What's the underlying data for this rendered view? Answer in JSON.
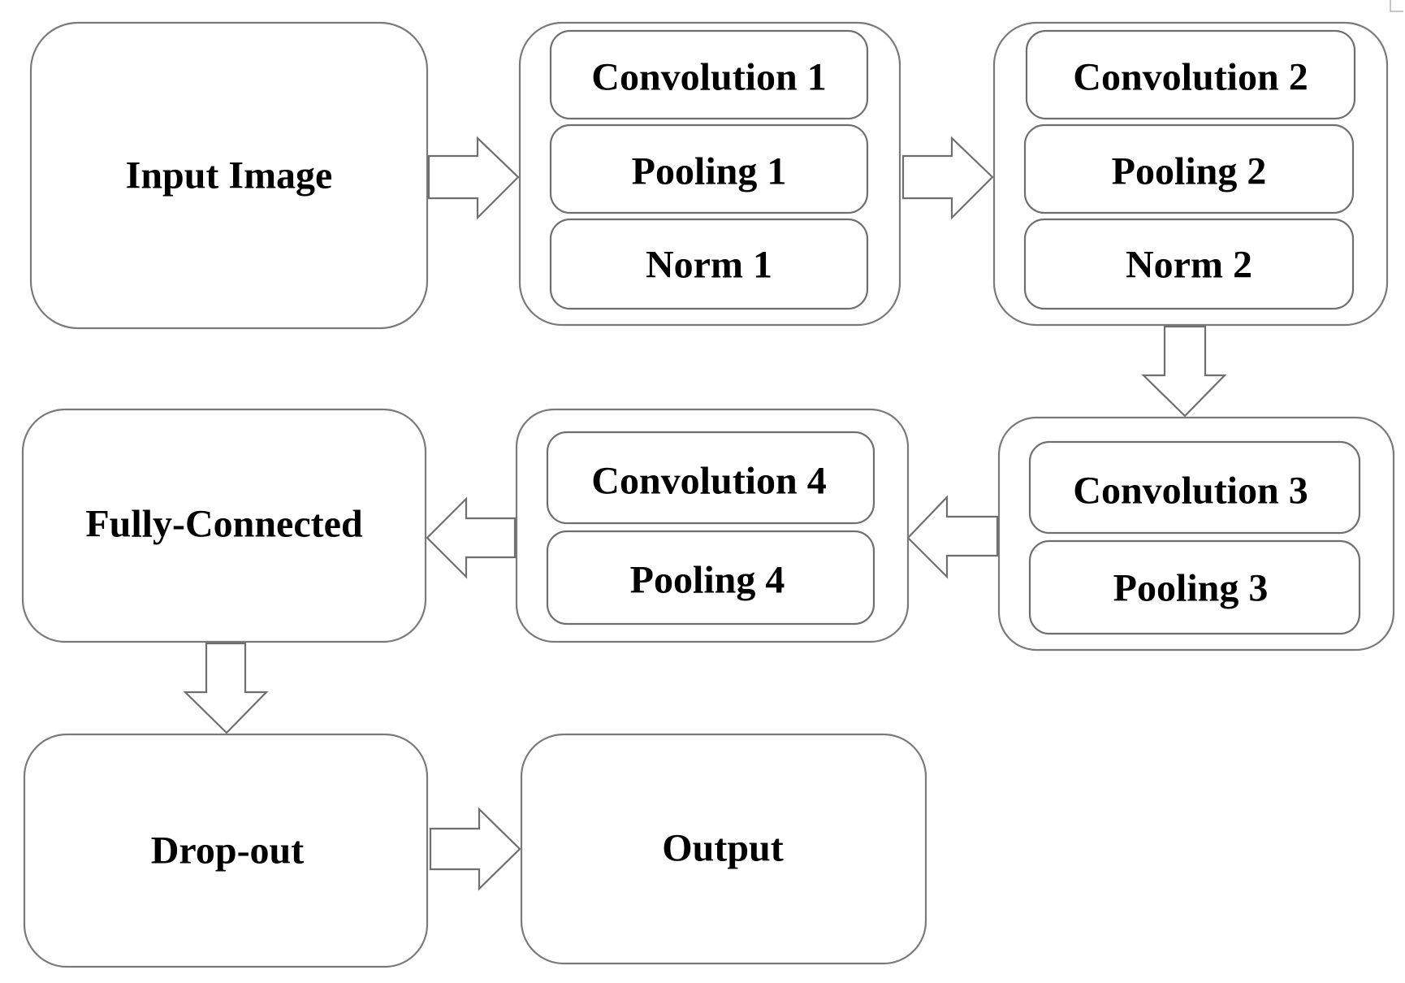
{
  "nodes": {
    "input_image": "Input Image",
    "block1": {
      "conv": "Convolution 1",
      "pool": "Pooling 1",
      "norm": "Norm 1"
    },
    "block2": {
      "conv": "Convolution 2",
      "pool": "Pooling 2",
      "norm": "Norm 2"
    },
    "block3": {
      "conv": "Convolution 3",
      "pool": "Pooling 3"
    },
    "block4": {
      "conv": "Convolution 4",
      "pool": "Pooling 4"
    },
    "fully_connected": "Fully-Connected",
    "dropout": "Drop-out",
    "output": "Output"
  },
  "edges": [
    {
      "from": "Input Image",
      "to": "Block 1",
      "direction": "right"
    },
    {
      "from": "Block 1",
      "to": "Block 2",
      "direction": "right"
    },
    {
      "from": "Block 2",
      "to": "Block 3",
      "direction": "down"
    },
    {
      "from": "Block 3",
      "to": "Block 4",
      "direction": "left"
    },
    {
      "from": "Block 4",
      "to": "Fully-Connected",
      "direction": "left"
    },
    {
      "from": "Fully-Connected",
      "to": "Drop-out",
      "direction": "down"
    },
    {
      "from": "Drop-out",
      "to": "Output",
      "direction": "right"
    }
  ],
  "colors": {
    "border": "#7a7a7a",
    "fill": "#ffffff",
    "text": "#000000"
  }
}
